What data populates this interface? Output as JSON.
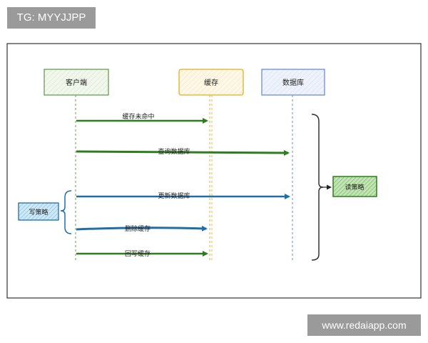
{
  "tag": "TG: MYYJJPP",
  "watermark": "www.redaiapp.com",
  "participants": {
    "client": "客户端",
    "cache": "缓存",
    "db": "数据库"
  },
  "messages": {
    "m1": "缓存未命中",
    "m2": "查询数据库",
    "m3": "更新数据库",
    "m4": "删除缓存",
    "m5": "回写缓存"
  },
  "groups": {
    "write": "写策略",
    "read": "读策略"
  },
  "colors": {
    "green_arrow": "#2e7d1e",
    "blue_arrow": "#1f6ea8",
    "client_border": "#6a9c55",
    "cache_border": "#e0b020",
    "db_border": "#6a8fc8",
    "write_fill": "#bfe0f2",
    "read_fill": "#a8d89a"
  }
}
